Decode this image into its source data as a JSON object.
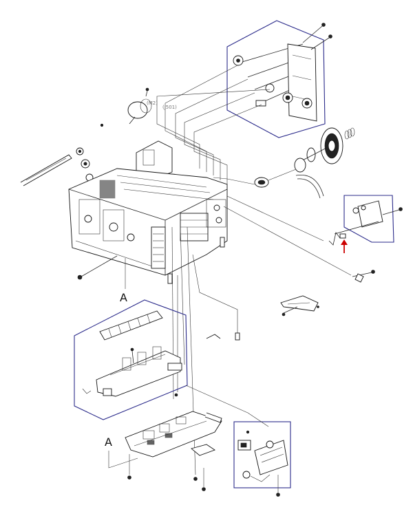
{
  "callouts": {
    "a_upper": "A",
    "a_lower": "A",
    "m2": "(M2)",
    "j501": "(J501)"
  },
  "colors": {
    "group_box": "#2a2a8a",
    "pointer_arrow": "#cc0000",
    "linework": "#222222"
  }
}
